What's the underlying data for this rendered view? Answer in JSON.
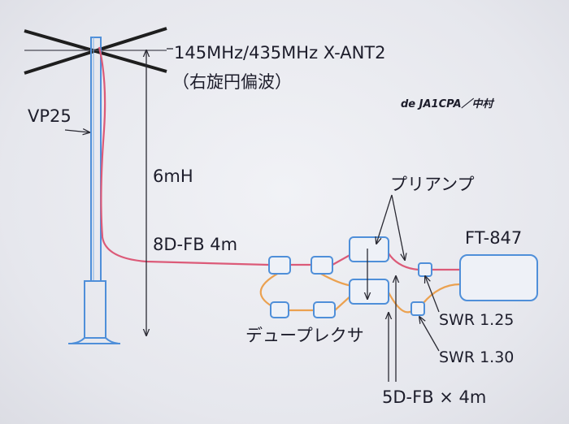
{
  "antenna": {
    "name": "145MHz/435MHz X-ANT2",
    "polarization": "（右旋円偏波）"
  },
  "credit": "de  JA1CPA／中村",
  "mast_label": "VP25",
  "height_label": "6mH",
  "main_cable": "8D-FB 4m",
  "preamp_label": "プリアンプ",
  "radio_label": "FT-847",
  "duplexer_label": "デュープレクサ",
  "swr1": "SWR 1.25",
  "swr2": "SWR 1.30",
  "short_cable": "5D-FB × 4m",
  "colors": {
    "equipment": "#4f8fd9",
    "cable_145": "#dc5a78",
    "cable_435": "#eba150"
  }
}
